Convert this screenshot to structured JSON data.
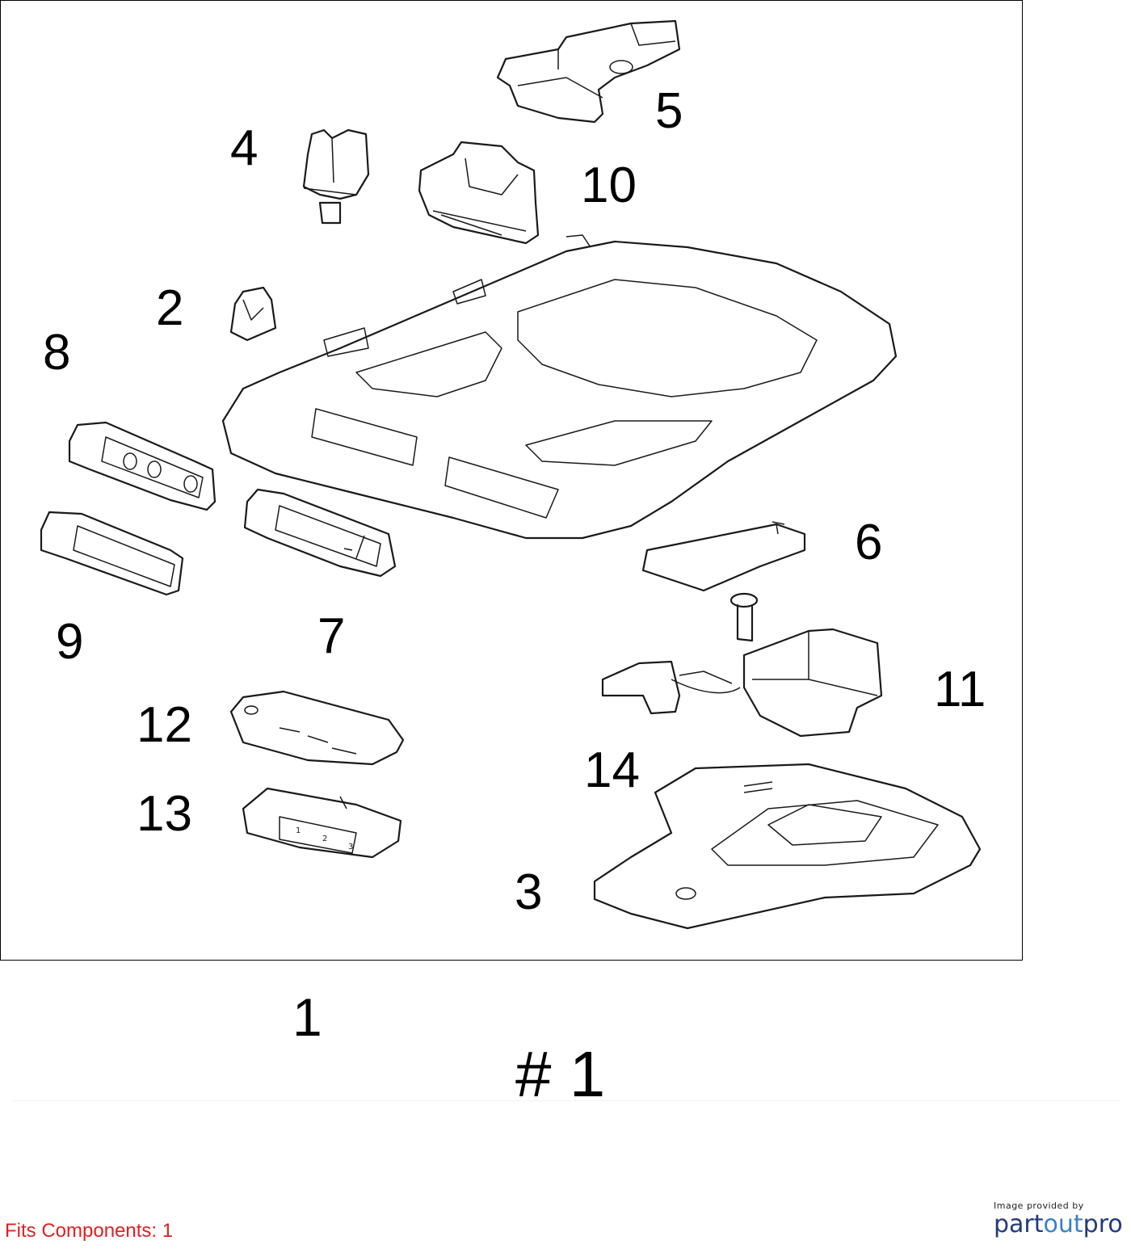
{
  "diagram": {
    "callouts": {
      "c5": "5",
      "c4": "4",
      "c10": "10",
      "c2": "2",
      "c8": "8",
      "c6": "6",
      "c9": "9",
      "c7": "7",
      "c11": "11",
      "c12": "12",
      "c14": "14",
      "c13": "13",
      "c3": "3"
    },
    "main_label": "1",
    "variant_label": "# 1"
  },
  "footer": {
    "fits_components": "Fits Components: 1",
    "credit_small": "Image provided by",
    "credit_logo_a": "part",
    "credit_logo_b": "out",
    "credit_logo_c": "pro"
  },
  "colors": {
    "line": "#1a1a1a",
    "fits_text": "#e02020",
    "logo_dark": "#243a78",
    "logo_light": "#3b82c4"
  }
}
